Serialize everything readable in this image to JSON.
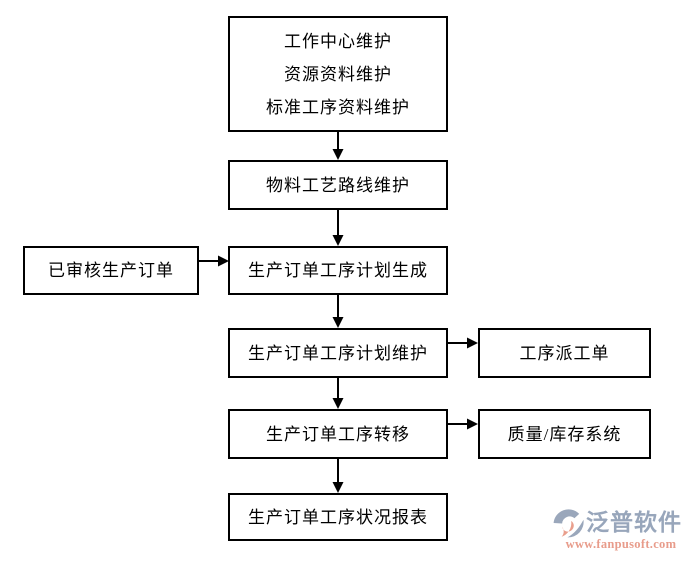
{
  "diagram": {
    "nodes": {
      "master_data": {
        "lines": [
          "工作中心维护",
          "资源资料维护",
          "标准工序资料维护"
        ]
      },
      "routing": {
        "label": "物料工艺路线维护"
      },
      "approved_order": {
        "label": "已审核生产订单"
      },
      "plan_generation": {
        "label": "生产订单工序计划生成"
      },
      "plan_maintenance": {
        "label": "生产订单工序计划维护"
      },
      "dispatch_order": {
        "label": "工序派工单"
      },
      "process_transfer": {
        "label": "生产订单工序转移"
      },
      "quality_inventory": {
        "label": "质量/库存系统"
      },
      "status_report": {
        "label": "生产订单工序状况报表"
      }
    },
    "edges": [
      {
        "from": "master_data",
        "to": "routing"
      },
      {
        "from": "routing",
        "to": "plan_generation"
      },
      {
        "from": "approved_order",
        "to": "plan_generation"
      },
      {
        "from": "plan_generation",
        "to": "plan_maintenance"
      },
      {
        "from": "plan_maintenance",
        "to": "dispatch_order"
      },
      {
        "from": "plan_maintenance",
        "to": "process_transfer"
      },
      {
        "from": "process_transfer",
        "to": "quality_inventory"
      },
      {
        "from": "process_transfer",
        "to": "status_report"
      }
    ],
    "colors": {
      "box_border": "#000000",
      "box_background": "#ffffff",
      "text": "#000000",
      "arrow": "#000000",
      "page_background": "#ffffff"
    }
  },
  "watermark": {
    "brand": "泛普软件",
    "url": "www.fanpusoft.com",
    "brand_color": "#98a6bb",
    "url_color": "#e89c8b"
  }
}
